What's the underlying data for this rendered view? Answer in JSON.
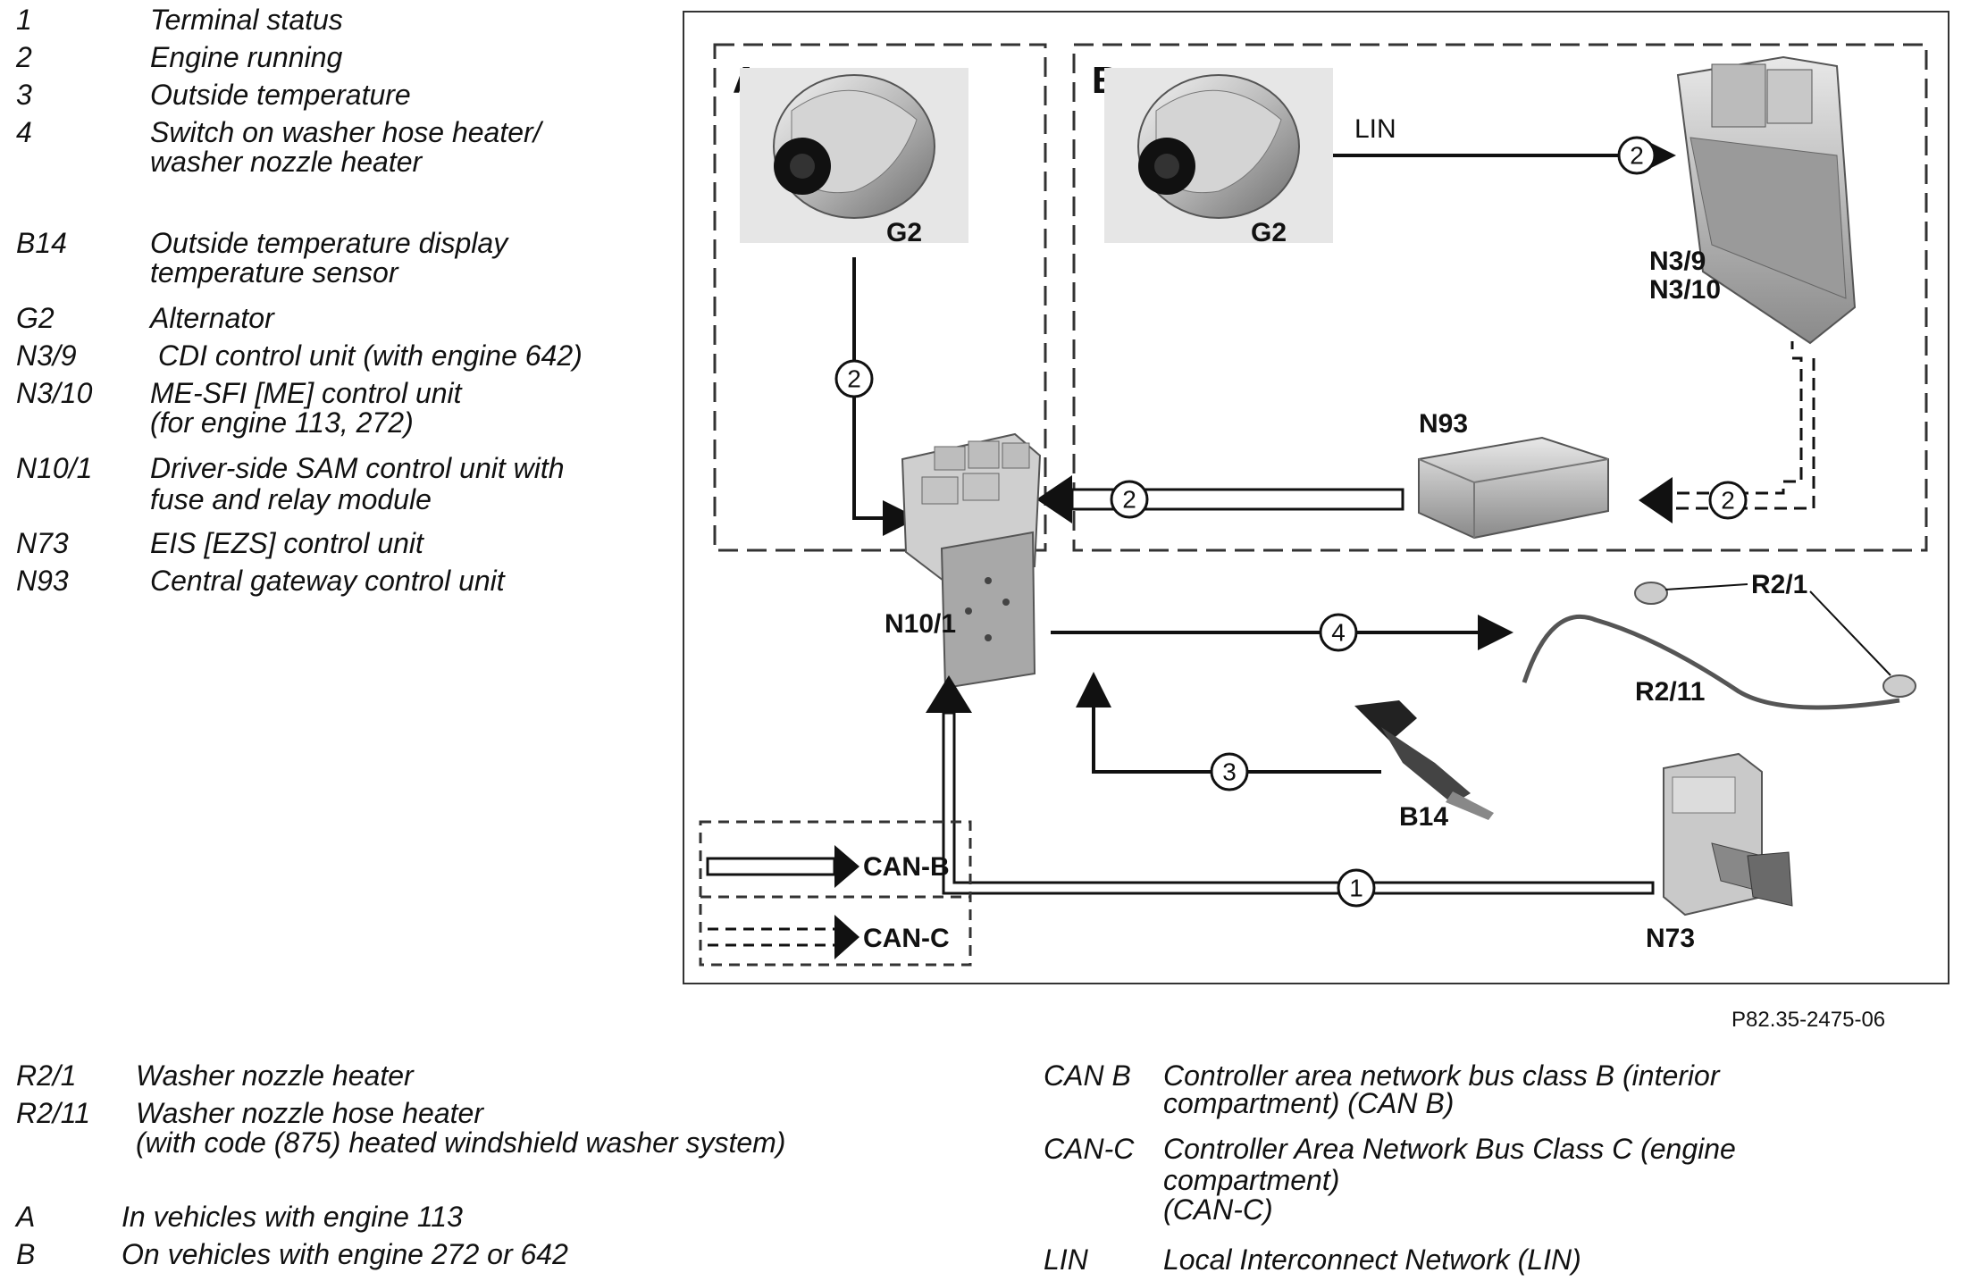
{
  "legend_top": [
    {
      "code": "1",
      "lines": [
        "Terminal status"
      ]
    },
    {
      "code": "2",
      "lines": [
        "Engine running"
      ]
    },
    {
      "code": "3",
      "lines": [
        "Outside temperature"
      ]
    },
    {
      "code": "4",
      "lines": [
        "Switch on washer hose heater/",
        "washer nozzle heater"
      ]
    },
    {
      "code": "B14",
      "lines": [
        "Outside temperature display",
        "temperature sensor"
      ]
    },
    {
      "code": "G2",
      "lines": [
        "Alternator"
      ]
    },
    {
      "code": "N3/9",
      "lines": [
        " CDI control unit (with engine 642)"
      ]
    },
    {
      "code": "N3/10",
      "lines": [
        "ME-SFI [ME] control unit",
        "(for engine 113, 272)"
      ]
    },
    {
      "code": "N10/1",
      "lines": [
        "Driver-side SAM control unit with",
        "fuse and relay module"
      ]
    },
    {
      "code": "N73",
      "lines": [
        "EIS [EZS] control unit"
      ]
    },
    {
      "code": "N93",
      "lines": [
        "Central gateway control unit"
      ]
    }
  ],
  "diagram": {
    "box_a_label": "A",
    "box_b_label": "B",
    "g2_label": "G2",
    "lin_label": "LIN",
    "n3_label_1": "N3/9",
    "n3_label_2": "N3/10",
    "n93_label": "N93",
    "n10_label": "N10/1",
    "r21_label": "R2/1",
    "r211_label": "R2/11",
    "b14_label": "B14",
    "n73_label": "N73",
    "can_b_label": "CAN-B",
    "can_c_label": "CAN-C",
    "signal_1": "1",
    "signal_2": "2",
    "signal_3": "3",
    "signal_4": "4"
  },
  "reference": "P82.35-2475-06",
  "legend_bottom_left": [
    {
      "code": "R2/1",
      "lines": [
        "Washer nozzle heater"
      ]
    },
    {
      "code": "R2/11",
      "lines": [
        "Washer nozzle hose heater",
        "(with code (875) heated windshield washer system)"
      ]
    },
    {
      "code": "A",
      "lines": [
        "In vehicles with engine 113"
      ]
    },
    {
      "code": "B",
      "lines": [
        "On vehicles with engine 272 or 642"
      ]
    }
  ],
  "legend_bottom_right": [
    {
      "code": "CAN B",
      "lines": [
        "Controller area network bus class B (interior",
        "compartment) (CAN B)"
      ]
    },
    {
      "code": "CAN-C",
      "lines": [
        "Controller Area Network Bus Class C (engine",
        "compartment)",
        "(CAN-C)"
      ]
    },
    {
      "code": "LIN",
      "lines": [
        "Local Interconnect Network (LIN)"
      ]
    }
  ]
}
